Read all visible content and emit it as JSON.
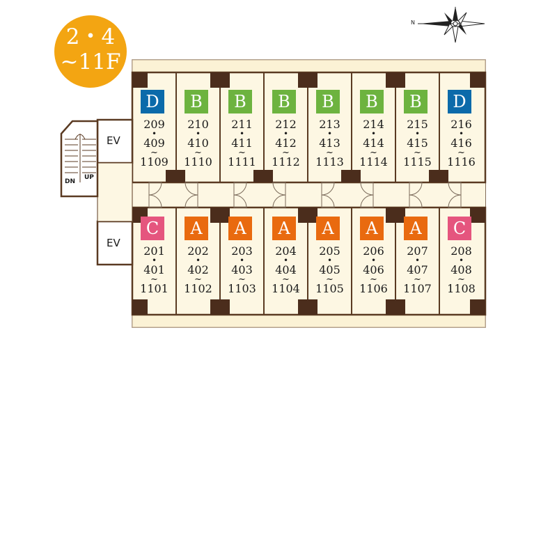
{
  "floor_badge": {
    "line1": "2・4",
    "line2": "~11F"
  },
  "compass": {
    "label": "N"
  },
  "elevators": [
    "EV",
    "EV"
  ],
  "stairs": {
    "down": "DN",
    "up": "UP"
  },
  "colors": {
    "A": "#e96a0f",
    "B": "#6db33f",
    "C": "#e5557e",
    "D": "#0b6aaa",
    "floor": "#fdf7e3",
    "wall": "#5a3a22",
    "pillar": "#4b2d1c",
    "badge": "#f3a512"
  },
  "units_top": [
    {
      "type": "D",
      "rooms": [
        "209",
        "409",
        "1109"
      ]
    },
    {
      "type": "B",
      "rooms": [
        "210",
        "410",
        "1110"
      ]
    },
    {
      "type": "B",
      "rooms": [
        "211",
        "411",
        "1111"
      ]
    },
    {
      "type": "B",
      "rooms": [
        "212",
        "412",
        "1112"
      ]
    },
    {
      "type": "B",
      "rooms": [
        "213",
        "413",
        "1113"
      ]
    },
    {
      "type": "B",
      "rooms": [
        "214",
        "414",
        "1114"
      ]
    },
    {
      "type": "B",
      "rooms": [
        "215",
        "415",
        "1115"
      ]
    },
    {
      "type": "D",
      "rooms": [
        "216",
        "416",
        "1116"
      ]
    }
  ],
  "units_bottom": [
    {
      "type": "C",
      "rooms": [
        "201",
        "401",
        "1101"
      ]
    },
    {
      "type": "A",
      "rooms": [
        "202",
        "402",
        "1102"
      ]
    },
    {
      "type": "A",
      "rooms": [
        "203",
        "403",
        "1103"
      ]
    },
    {
      "type": "A",
      "rooms": [
        "204",
        "404",
        "1104"
      ]
    },
    {
      "type": "A",
      "rooms": [
        "205",
        "405",
        "1105"
      ]
    },
    {
      "type": "A",
      "rooms": [
        "206",
        "406",
        "1106"
      ]
    },
    {
      "type": "A",
      "rooms": [
        "207",
        "407",
        "1107"
      ]
    },
    {
      "type": "C",
      "rooms": [
        "208",
        "408",
        "1108"
      ]
    }
  ],
  "separators": {
    "dot": "•",
    "tilde": "~"
  }
}
